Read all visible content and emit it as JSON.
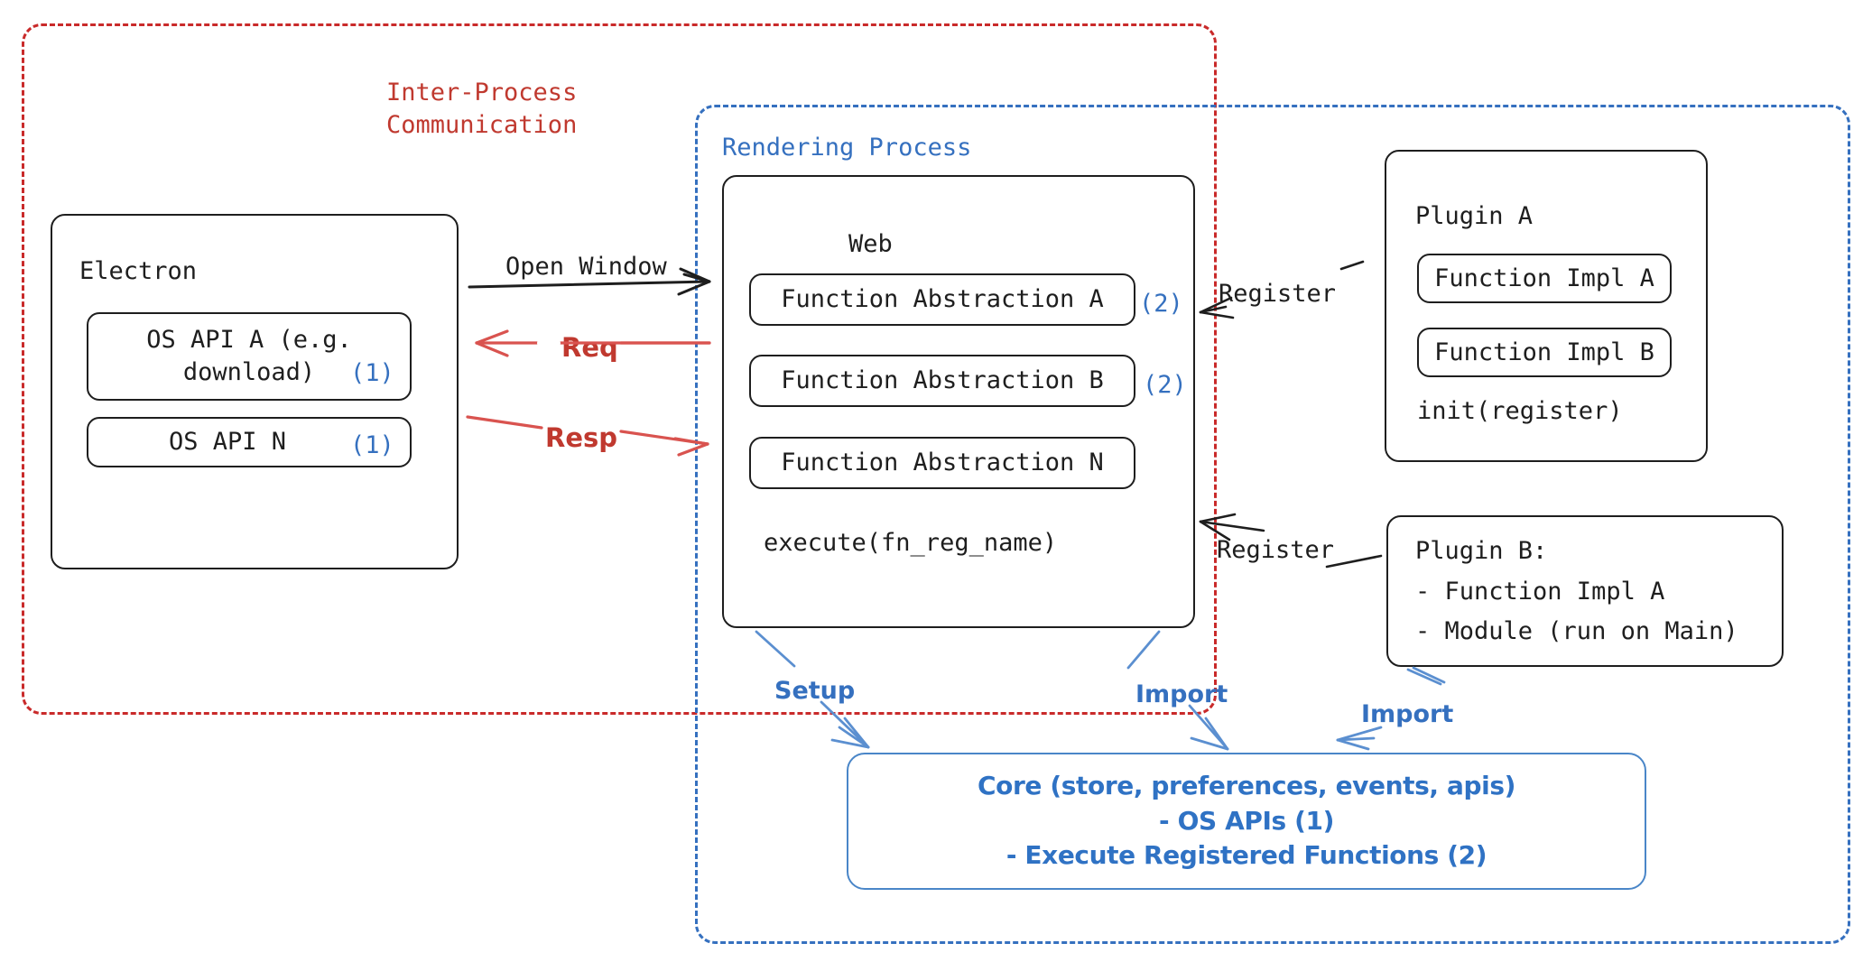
{
  "diagram": {
    "title": "Electron plugin architecture",
    "colors": {
      "ipc_red": "#c0392f",
      "render_blue": "#3570bf",
      "core_blue": "#2f72c4",
      "ink": "#1e1e1e"
    },
    "ipc_boundary": {
      "label_line1": "Inter-Process",
      "label_line2": "Communication"
    },
    "rendering_boundary": {
      "label": "Rendering Process"
    },
    "electron": {
      "title": "Electron",
      "apis": [
        {
          "label": "OS API A (e.g.\ndownload)",
          "tag": "(1)"
        },
        {
          "label": "OS API N",
          "tag": "(1)"
        }
      ]
    },
    "web": {
      "title": "Web",
      "abstractions": [
        {
          "label": "Function Abstraction A",
          "tag": "(2)"
        },
        {
          "label": "Function Abstraction B",
          "tag": "(2)"
        },
        {
          "label": "Function Abstraction N",
          "tag": ""
        }
      ],
      "footer": "execute(fn_reg_name)"
    },
    "plugin_a": {
      "title": "Plugin A",
      "items": [
        "Function Impl A",
        "Function Impl B"
      ],
      "footer": "init(register)"
    },
    "plugin_b": {
      "title": "Plugin B:",
      "lines": [
        "- Function Impl A",
        "- Module (run on Main)"
      ]
    },
    "core": {
      "line1": "Core (store, preferences, events, apis)",
      "line2": "- OS APIs (1)",
      "line3": "- Execute Registered Functions (2)"
    },
    "arrows": {
      "open_window": "Open Window",
      "req": "Req",
      "resp": "Resp",
      "register_top": "Register",
      "register_bottom": "Register",
      "setup": "Setup",
      "import_left": "Import",
      "import_right": "Import"
    }
  }
}
